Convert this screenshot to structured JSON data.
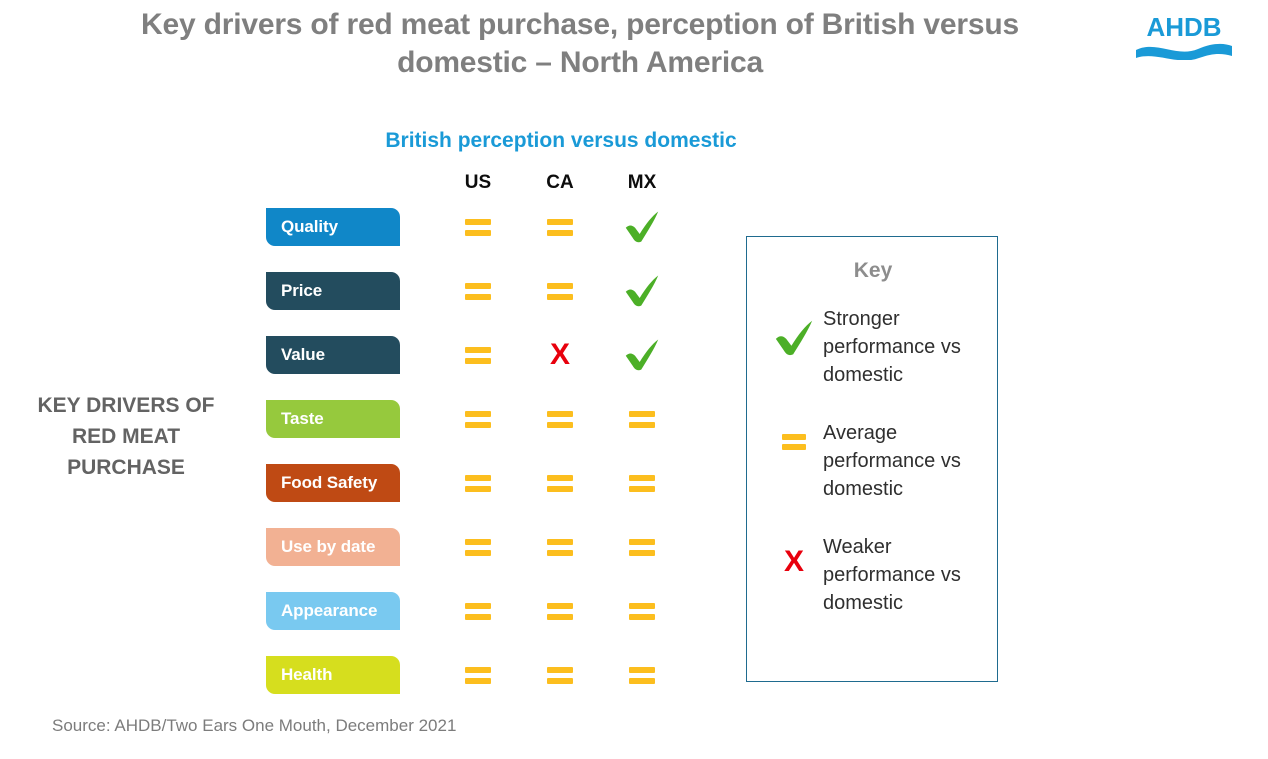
{
  "title": "Key drivers of red meat purchase, perception of British versus domestic – North America",
  "logo": {
    "name": "ahdb-logo",
    "text": "AHDB",
    "color": "#1a9ad7"
  },
  "sub_heading": "British perception versus domestic",
  "side_caption": "KEY DRIVERS OF RED MEAT PURCHASE",
  "matrix": {
    "columns": [
      "US",
      "CA",
      "MX"
    ],
    "rows": [
      {
        "label": "Quality",
        "color": "#1087c8",
        "values": [
          "equal",
          "equal",
          "tick"
        ]
      },
      {
        "label": "Price",
        "color": "#234c5e",
        "values": [
          "equal",
          "equal",
          "tick"
        ]
      },
      {
        "label": "Value",
        "color": "#234c5e",
        "values": [
          "equal",
          "cross",
          "tick"
        ]
      },
      {
        "label": "Taste",
        "color": "#96c93d",
        "values": [
          "equal",
          "equal",
          "equal"
        ]
      },
      {
        "label": "Food Safety",
        "color": "#bf4a14",
        "values": [
          "equal",
          "equal",
          "equal"
        ]
      },
      {
        "label": "Use by date",
        "color": "#f2b193",
        "values": [
          "equal",
          "equal",
          "equal"
        ]
      },
      {
        "label": "Appearance",
        "color": "#79c9f0",
        "values": [
          "equal",
          "equal",
          "equal"
        ]
      },
      {
        "label": "Health",
        "color": "#d6de1e",
        "values": [
          "equal",
          "equal",
          "equal"
        ]
      }
    ]
  },
  "key": {
    "title": "Key",
    "items": [
      {
        "symbol": "tick",
        "text": "Stronger performance vs domestic"
      },
      {
        "symbol": "equal",
        "text": "Average performance vs domestic"
      },
      {
        "symbol": "cross",
        "text": "Weaker performance vs domestic"
      }
    ]
  },
  "symbols": {
    "tick_color": "#4caf27",
    "equal_color": "#fcbe1e",
    "cross_color": "#e8000d",
    "cross_glyph": "X"
  },
  "source": "Source: AHDB/Two Ears One Mouth, December 2021"
}
